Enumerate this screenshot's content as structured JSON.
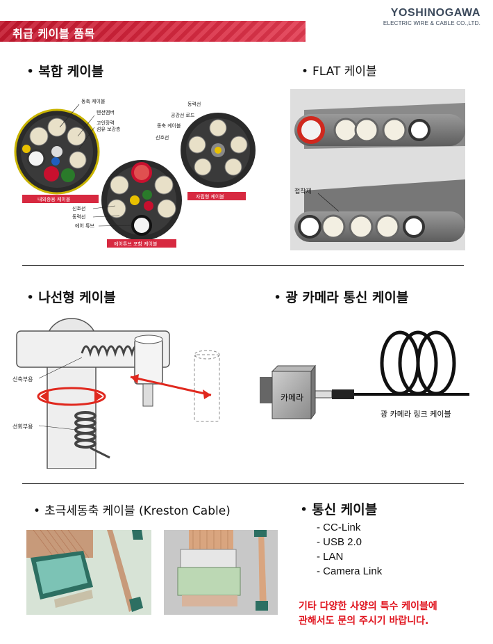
{
  "header": {
    "title": "취급 케이블 품목",
    "brand_name": "YOSHINOGAWA",
    "brand_sub": "ELECTRIC WIRE & CABLE CO.,LTD."
  },
  "sections": {
    "composite": {
      "title": "복합 케이블",
      "labels": {
        "coax": "동축 케이블",
        "tension": "텐션멤버",
        "high_strength": "고인장력",
        "fiber_reinforce": "섬유 보강층",
        "tag_internal": "내외증용 케이블",
        "signal": "신호선",
        "power": "동력선",
        "air_tube": "에어 튜브",
        "tag_airtube": "에어튜브 포함 케이블",
        "power2": "동력선",
        "steel_rod": "공강선 로드",
        "coax2": "동축 케이블",
        "signal2": "신호선",
        "tag_robot": "자립형 케이블"
      }
    },
    "flat": {
      "title": "FLAT 케이블",
      "adhesive_label": "접착제"
    },
    "spiral": {
      "title": "나선형 케이블",
      "label_stretch": "신축부용",
      "label_rotate": "선회부용"
    },
    "camera": {
      "title": "광 카메라 통신 케이블",
      "camera_label": "카메라",
      "caption": "광 카메라 링크 케이블"
    },
    "kreston": {
      "title": "초극세동축 케이블 (Kreston Cable)"
    },
    "comm": {
      "title": "통신 케이블",
      "items": [
        "- CC-Link",
        "- USB 2.0",
        "- LAN",
        "- Camera Link"
      ]
    }
  },
  "notice": {
    "line1": "기타 다양한 사양의 특수 케이블에",
    "line2": "관해서도 문의 주시기 바랍니다."
  },
  "colors": {
    "accent": "#d72940",
    "brand": "#3c4a5c",
    "notice": "#e0141e"
  }
}
